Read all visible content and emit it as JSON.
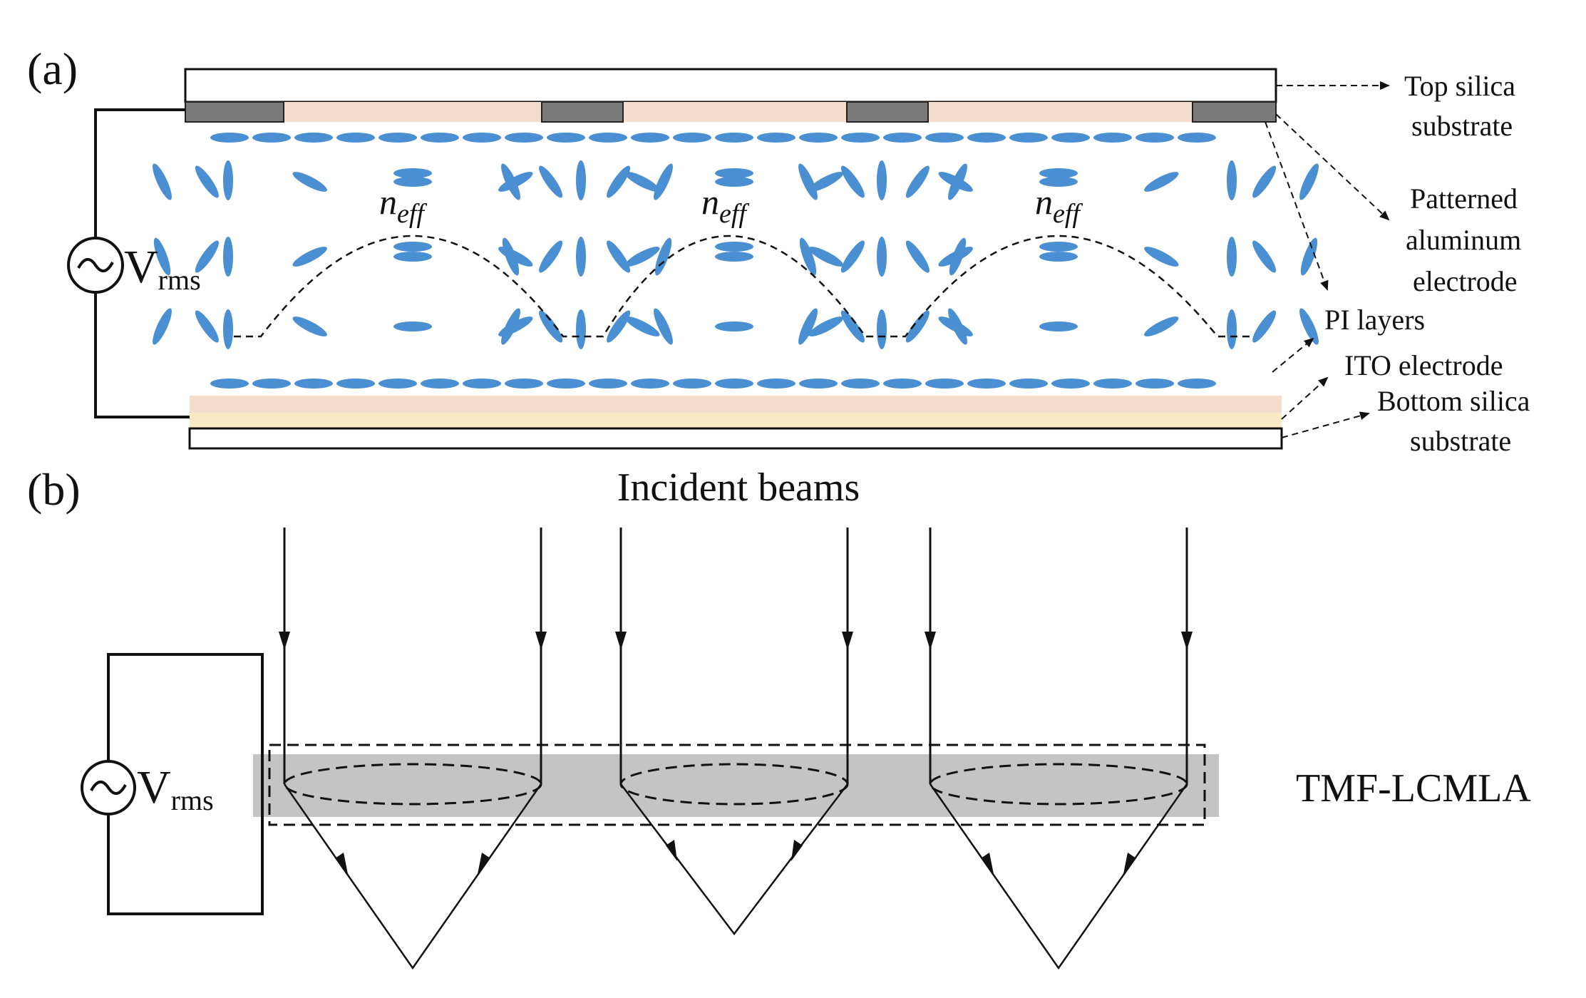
{
  "panel_a": {
    "label": "(a)",
    "neff_base": "n",
    "neff_sub": "eff",
    "source_v": "V",
    "source_sub": "rms",
    "labels": {
      "top_silica_1": "Top silica",
      "top_silica_2": "substrate",
      "patterned_1": "Patterned",
      "patterned_2": "aluminum",
      "patterned_3": "electrode",
      "pi_layers": "PI layers",
      "ito": "ITO electrode",
      "bottom_1": "Bottom silica",
      "bottom_2": "substrate"
    }
  },
  "panel_b": {
    "label": "(b)",
    "incident": "Incident beams",
    "device": "TMF-LCMLA",
    "source_v": "V",
    "source_sub": "rms"
  },
  "colors": {
    "lc_molecule": "#4a8fd1",
    "pi_layer": "#f6dccb",
    "ito_layer": "#fbe9c6",
    "electrode": "#7a7a7a",
    "lc_array_band": "#c4c4c4"
  }
}
